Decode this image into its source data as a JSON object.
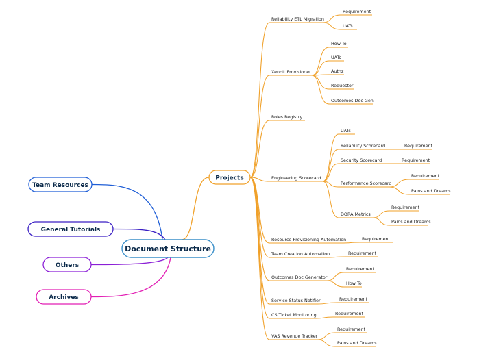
{
  "root": {
    "label": "Document Structure"
  },
  "left_topics": [
    {
      "label": "Team Resources",
      "color": "#1f5ed6"
    },
    {
      "label": "General Tutorials",
      "color": "#3a1fc4"
    },
    {
      "label": "Others",
      "color": "#8b1fd6"
    },
    {
      "label": "Archives",
      "color": "#e21fb4"
    }
  ],
  "projects": {
    "label": "Projects",
    "color": "#f0a12a",
    "children": [
      {
        "label": "Reliability ETL Migration",
        "children": [
          {
            "label": "Requirement"
          },
          {
            "label": "UATs"
          }
        ]
      },
      {
        "label": "Xendit Provisioner",
        "children": [
          {
            "label": "How To"
          },
          {
            "label": "UATs"
          },
          {
            "label": "Authz"
          },
          {
            "label": "Requestor"
          },
          {
            "label": "Outcomes Doc Gen"
          }
        ]
      },
      {
        "label": "Roles Registry",
        "children": []
      },
      {
        "label": "Engineering Scorecard",
        "children": [
          {
            "label": "UATs"
          },
          {
            "label": "Reliability Scorecard",
            "children": [
              {
                "label": "Requirement"
              }
            ]
          },
          {
            "label": "Security Scorecard",
            "children": [
              {
                "label": "Requirement"
              }
            ]
          },
          {
            "label": "Performance Scorecard",
            "children": [
              {
                "label": "Requirement"
              },
              {
                "label": "Pains and Dreams"
              }
            ]
          },
          {
            "label": "DORA Metrics",
            "children": [
              {
                "label": "Requirement"
              },
              {
                "label": "Pains and Dreams"
              }
            ]
          }
        ]
      },
      {
        "label": "Resource Provisioning Automation",
        "children": [
          {
            "label": "Requirement"
          }
        ]
      },
      {
        "label": "Team Creation Automation",
        "children": [
          {
            "label": "Requirement"
          }
        ]
      },
      {
        "label": "Outcomes Doc Generator",
        "children": [
          {
            "label": "Requirement"
          },
          {
            "label": "How To"
          }
        ]
      },
      {
        "label": "Service Status Notifier",
        "children": [
          {
            "label": "Requirement"
          }
        ]
      },
      {
        "label": "CS Ticket Monitoring",
        "children": [
          {
            "label": "Requirement"
          }
        ]
      },
      {
        "label": "VAS Revenue Tracker",
        "children": [
          {
            "label": "Requirement"
          },
          {
            "label": "Pains and Dreams"
          }
        ]
      }
    ]
  }
}
